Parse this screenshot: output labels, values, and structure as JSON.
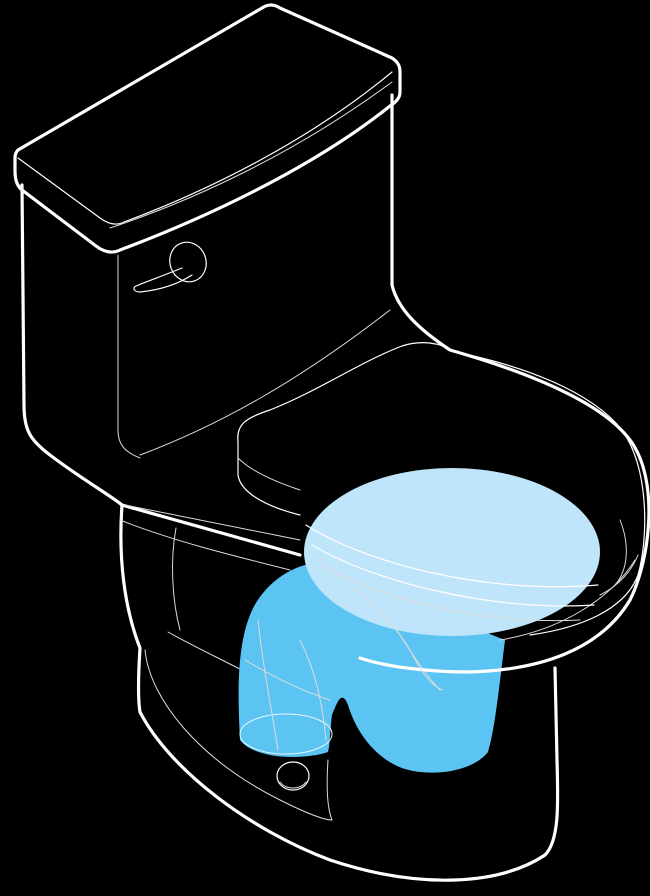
{
  "figure": {
    "background_color": "#000000",
    "line_color": "#ffffff",
    "trapway_color": "#5bc4f2",
    "bowl_water_color": "#bfe5fa",
    "parts": [
      {
        "name": "tank-lid"
      },
      {
        "name": "tank"
      },
      {
        "name": "flush-handle"
      },
      {
        "name": "bowl"
      },
      {
        "name": "seat"
      },
      {
        "name": "trapway"
      },
      {
        "name": "water-surface"
      },
      {
        "name": "pedestal"
      },
      {
        "name": "bolt-cap"
      }
    ]
  }
}
